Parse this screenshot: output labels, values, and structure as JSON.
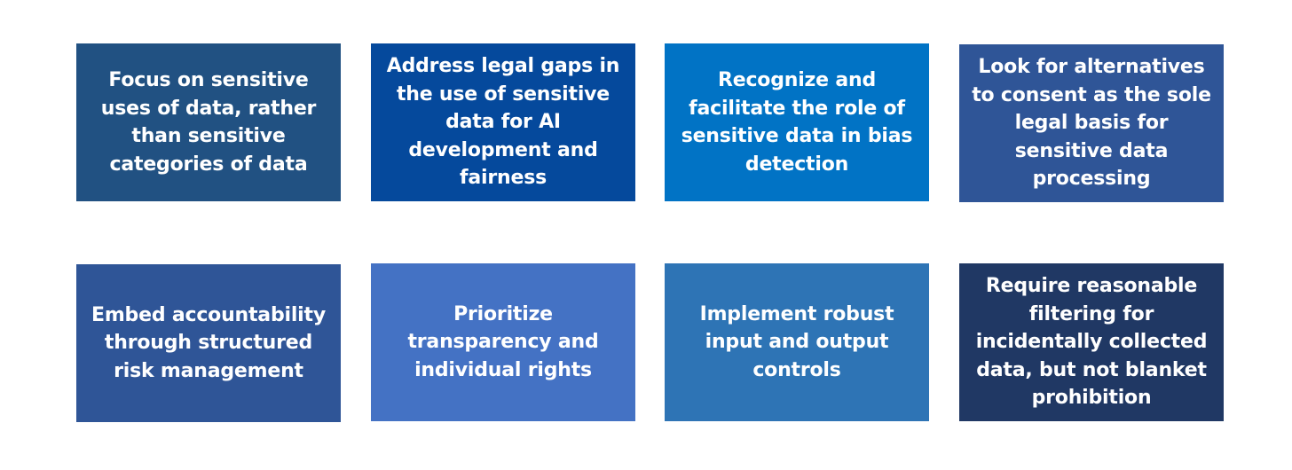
{
  "boxes": [
    {
      "text": "Focus on sensitive uses of data, rather than sensitive categories of data",
      "color": "#215182"
    },
    {
      "text": "Address legal gaps in the use of sensitive data for AI development and fairness",
      "color": "#05499c"
    },
    {
      "text": "Recognize and facilitate the role of sensitive data in bias detection",
      "color": "#0173c5"
    },
    {
      "text": "Look for alternatives to consent as the sole legal basis for sensitive data processing",
      "color": "#2f5597"
    },
    {
      "text": "Embed accountability through structured risk management",
      "color": "#2f5597"
    },
    {
      "text": "Prioritize transparency and individual rights",
      "color": "#4472c4"
    },
    {
      "text": "Implement robust input and output controls",
      "color": "#2e74b5"
    },
    {
      "text": "Require reasonable filtering for incidentally collected data, but not blanket prohibition",
      "color": "#203864"
    }
  ]
}
